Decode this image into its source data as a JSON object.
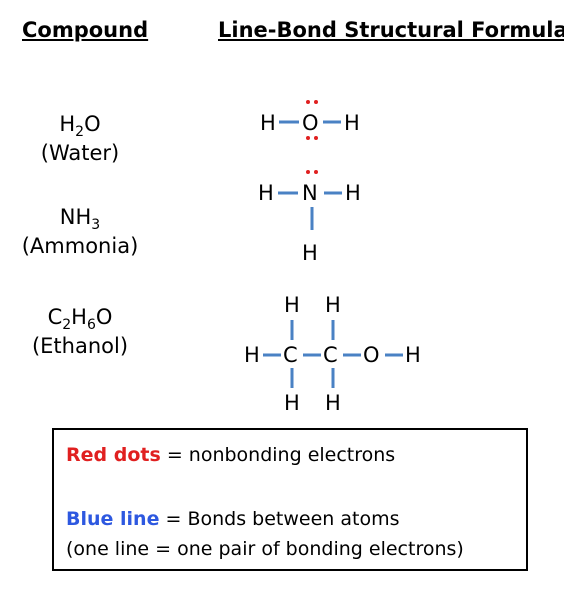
{
  "headers": {
    "compound": "Compound",
    "formula": "Line-Bond Structural Formula"
  },
  "compounds": [
    {
      "formula_parts": [
        "H",
        "2",
        "O"
      ],
      "common_name": "(Water)",
      "atoms": [
        "H",
        "O",
        "H"
      ]
    },
    {
      "formula_parts": [
        "NH",
        "3",
        ""
      ],
      "common_name": "(Ammonia)",
      "atoms": [
        "H",
        "N",
        "H",
        "H"
      ]
    },
    {
      "formula_parts": [
        "C",
        "2",
        "H",
        "6",
        "O"
      ],
      "common_name": "(Ethanol)",
      "atoms": [
        "H",
        "H",
        "H",
        "C",
        "C",
        "O",
        "H",
        "H",
        "H"
      ]
    }
  ],
  "legend": {
    "red_term": "Red dots",
    "red_rest": " = nonbonding electrons",
    "blue_term": "Blue line",
    "blue_rest": " = Bonds between atoms",
    "note": "(one line = one pair of bonding electrons)"
  },
  "colors": {
    "lone_pair": "#e02020",
    "bond": "#4a82c4",
    "legend_blue": "#2d58e0"
  }
}
